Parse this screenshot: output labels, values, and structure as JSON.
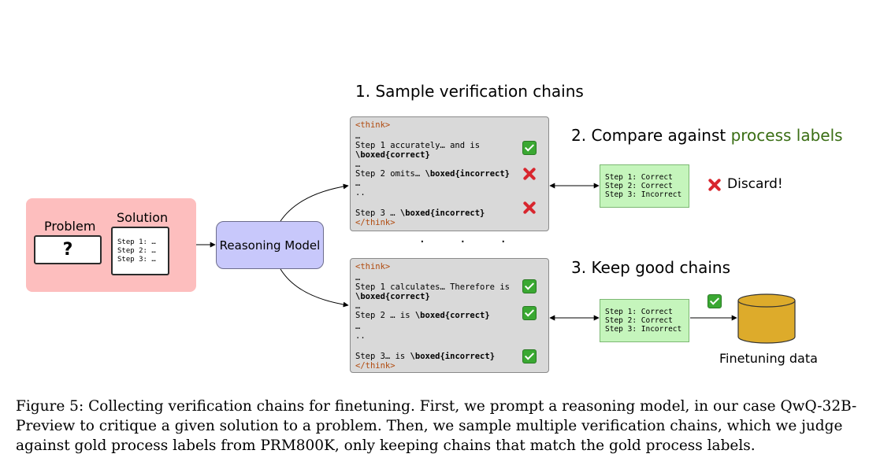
{
  "headings": {
    "step1": "1. Sample verification chains",
    "step2_prefix": "2. Compare against ",
    "step2_accent": "process labels",
    "step3": "3. Keep good chains"
  },
  "colors": {
    "accent_green_text": "#3a6e14",
    "input_panel": "#fdbebe",
    "model_box": "#c8c8fb",
    "chain_box": "#d9d9d9",
    "label_box": "#c5f5bc",
    "cylinder": "#ddab2b",
    "think_tag": "#b14b0f",
    "check": "#3aa832",
    "cross": "#d8262e"
  },
  "input": {
    "problem_label": "Problem",
    "problem_symbol": "?",
    "solution_label": "Solution",
    "solution_lines": [
      "Step 1: …",
      "Step 2: …",
      "Step 3: …"
    ]
  },
  "model": {
    "label": "Reasoning Model"
  },
  "chain_top": {
    "open_tag": "<think>",
    "ellipsis1": "…",
    "s1_text": "Step 1 accurately… and is",
    "s1_boxed": "\\boxed{correct}",
    "ellipsis2": "…",
    "s2_text": "Step 2 omits… ",
    "s2_boxed": "\\boxed{incorrect}",
    "ellipsis3": "…",
    "ellipsis4": "..",
    "s3_text": "Step 3 … ",
    "s3_boxed": "\\boxed{incorrect}",
    "close_tag": "</think>",
    "marks": [
      "check-icon",
      "cross-icon",
      "cross-icon"
    ]
  },
  "chain_bottom": {
    "open_tag": "<think>",
    "ellipsis1": "…",
    "s1_text": "Step 1 calculates… Therefore is",
    "s1_boxed": "\\boxed{correct}",
    "ellipsis2": "…",
    "s2_text": "Step 2 … is ",
    "s2_boxed": "\\boxed{correct}",
    "ellipsis3": "…",
    "ellipsis4": "..",
    "s3_text": "Step 3… is ",
    "s3_boxed": "\\boxed{incorrect}",
    "close_tag": "</think>",
    "marks": [
      "check-icon",
      "check-icon",
      "check-icon"
    ]
  },
  "label_box_top": {
    "lines": [
      "Step 1: Correct",
      "Step 2: Correct",
      "Step 3: Incorrect"
    ]
  },
  "label_box_bottom": {
    "lines": [
      "Step 1: Correct",
      "Step 2: Correct",
      "Step 3: Incorrect"
    ]
  },
  "dots": "· · ·",
  "discard": {
    "label": "Discard!"
  },
  "finetune": {
    "label": "Finetuning data"
  },
  "caption": "Figure 5: Collecting verification chains for finetuning. First, we prompt a reasoning model, in our case QwQ-32B-Preview to critique a given solution to a problem. Then, we sample multiple verification chains, which we judge against gold process labels from PRM800K, only keeping chains that match the gold process labels."
}
